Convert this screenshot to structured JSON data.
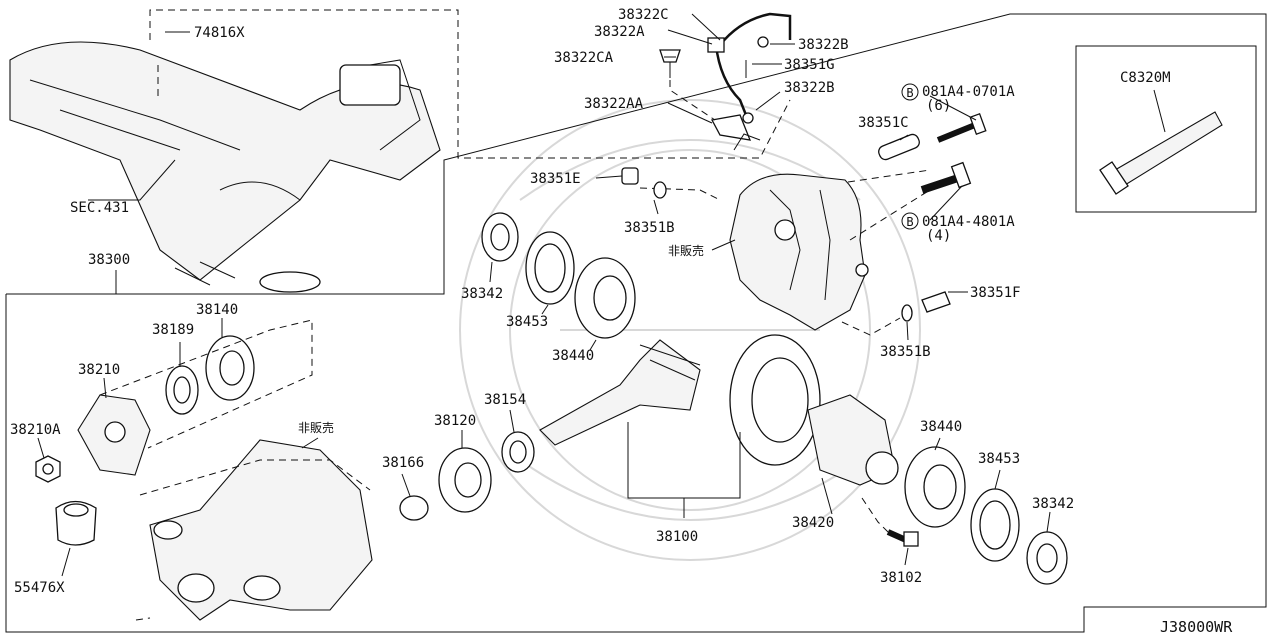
{
  "diagram": {
    "page_id": "J38000WR",
    "callouts": [
      {
        "id": "c74816x",
        "text": "74816X"
      },
      {
        "id": "c38322c",
        "text": "38322C"
      },
      {
        "id": "c38322a",
        "text": "38322A"
      },
      {
        "id": "c38322ca",
        "text": "38322CA"
      },
      {
        "id": "c38322b_1",
        "text": "38322B"
      },
      {
        "id": "c38351g",
        "text": "38351G"
      },
      {
        "id": "c38322b_2",
        "text": "38322B"
      },
      {
        "id": "c38322aa",
        "text": "38322AA"
      },
      {
        "id": "c081a4_0701a",
        "text": "081A4-0701A"
      },
      {
        "id": "q6",
        "text": "(6)"
      },
      {
        "id": "c38351c",
        "text": "38351C"
      },
      {
        "id": "c38351e",
        "text": "38351E"
      },
      {
        "id": "c38351b_1",
        "text": "38351B"
      },
      {
        "id": "c081a4_4801a",
        "text": "081A4-4801A"
      },
      {
        "id": "q4",
        "text": "(4)"
      },
      {
        "id": "c38351f",
        "text": "38351F"
      },
      {
        "id": "c38351b_2",
        "text": "38351B"
      },
      {
        "id": "csec431",
        "text": "SEC.431"
      },
      {
        "id": "c38300",
        "text": "38300"
      },
      {
        "id": "c38342_1",
        "text": "38342"
      },
      {
        "id": "c38453_1",
        "text": "38453"
      },
      {
        "id": "c38440_1",
        "text": "38440"
      },
      {
        "id": "c38140",
        "text": "38140"
      },
      {
        "id": "c38189",
        "text": "38189"
      },
      {
        "id": "c38210",
        "text": "38210"
      },
      {
        "id": "c38210a",
        "text": "38210A"
      },
      {
        "id": "c55476x",
        "text": "55476X"
      },
      {
        "id": "c38154",
        "text": "38154"
      },
      {
        "id": "c38120",
        "text": "38120"
      },
      {
        "id": "c38166",
        "text": "38166"
      },
      {
        "id": "c38100",
        "text": "38100"
      },
      {
        "id": "c38420",
        "text": "38420"
      },
      {
        "id": "c38102",
        "text": "38102"
      },
      {
        "id": "c38440_2",
        "text": "38440"
      },
      {
        "id": "c38453_2",
        "text": "38453"
      },
      {
        "id": "c38342_2",
        "text": "38342"
      },
      {
        "id": "cc8320m",
        "text": "C8320M"
      }
    ],
    "not_for_sale": [
      {
        "id": "nfs1",
        "text": "非販売"
      },
      {
        "id": "nfs2",
        "text": "非販売"
      }
    ],
    "bolt_marker": "B"
  }
}
